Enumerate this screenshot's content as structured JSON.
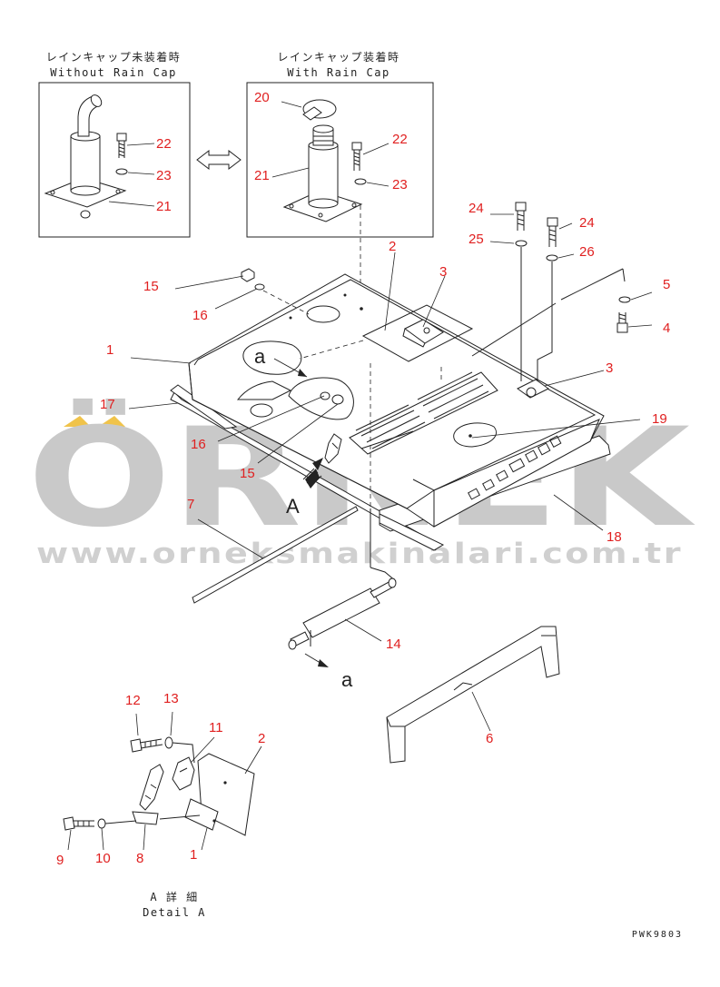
{
  "inset_left": {
    "title_jp": "レインキャップ未装着時",
    "title_en": "Without Rain Cap"
  },
  "inset_right": {
    "title_jp": "レインキャップ装着時",
    "title_en": "With Rain Cap"
  },
  "detail": {
    "title_jp": "A 詳 細",
    "title_en": "Detail A"
  },
  "view_letters": {
    "A": "A",
    "a_top": "a",
    "a_bottom": "a"
  },
  "watermark": {
    "brand": "ÖRNEK",
    "url": "www.orneksmakinalari.com.tr"
  },
  "drawing_code": "PWK9803",
  "colors": {
    "callout": "#e02020",
    "line": "#222222",
    "watermark": "#c9c9c9",
    "accent": "#f0c34a"
  },
  "callouts": {
    "c20": "20",
    "c22a": "22",
    "c23a": "23",
    "c21a": "21",
    "c22b": "22",
    "c23b": "23",
    "c21b": "21",
    "c24a": "24",
    "c24b": "24",
    "c25": "25",
    "c26": "26",
    "c2": "2",
    "c3a": "3",
    "c3b": "3",
    "c5": "5",
    "c4": "4",
    "c15a": "15",
    "c16a": "16",
    "c1": "1",
    "c17": "17",
    "c19": "19",
    "c16b": "16",
    "c15b": "15",
    "c18": "18",
    "c7": "7",
    "c14": "14",
    "c6": "6",
    "c12": "12",
    "c13": "13",
    "c11": "11",
    "c2b": "2",
    "c9": "9",
    "c10": "10",
    "c8": "8",
    "c1b": "1"
  }
}
